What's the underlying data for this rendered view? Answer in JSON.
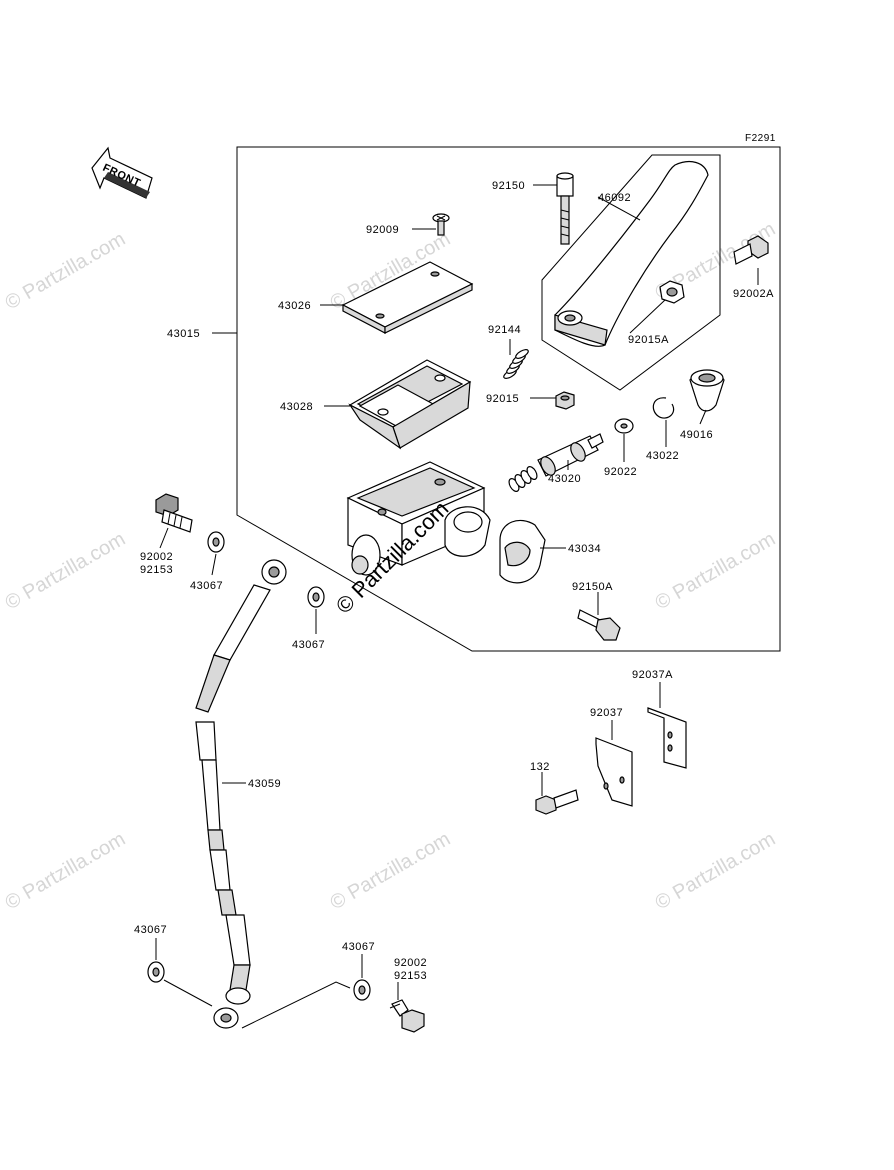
{
  "diagram_code": "F2291",
  "front_arrow_text": "FRONT",
  "watermark_text": "© Partzilla.com",
  "part_labels": {
    "p92150": "92150",
    "p46092": "46092",
    "p92009": "92009",
    "p92002A": "92002A",
    "p43026": "43026",
    "p92144": "92144",
    "p43015": "43015",
    "p92015A": "92015A",
    "p43028": "43028",
    "p92015": "92015",
    "p49016": "49016",
    "p43022": "43022",
    "p92022": "92022",
    "p43020": "43020",
    "p92002_top": "92002",
    "p92153_top": "92153",
    "p43034": "43034",
    "p43067_a": "43067",
    "p92150A": "92150A",
    "p43067_b": "43067",
    "p92037A": "92037A",
    "p92037": "92037",
    "p132": "132",
    "p43059": "43059",
    "p43067_c": "43067",
    "p43067_d": "43067",
    "p92002_bot": "92002",
    "p92153_bot": "92153"
  }
}
